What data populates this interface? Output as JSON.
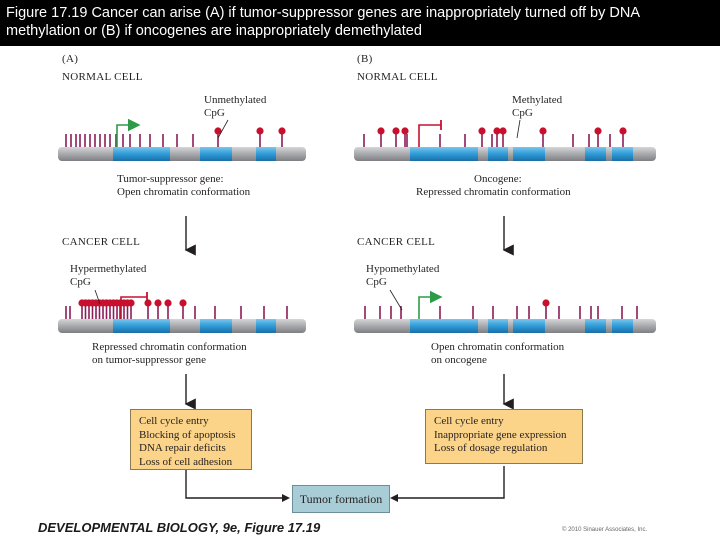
{
  "title_line1": "Figure 17.19 Cancer can arise (A) if tumor-suppressor genes are inappropriately turned off by DNA",
  "title_line2": "methylation or (B) if oncogenes are inappropriately demethylated",
  "panel_a": {
    "letter": "(A)",
    "normal_header": "NORMAL CELL",
    "unmethylated_1": "Unmethylated",
    "unmethylated_2": "CpG",
    "gene_1": "Tumor-suppressor gene:",
    "gene_2": "Open chromatin conformation",
    "cancer_header": "CANCER CELL",
    "hyper_1": "Hypermethylated",
    "hyper_2": "CpG",
    "repressed_1": "Repressed chromatin conformation",
    "repressed_2": "on tumor-suppressor gene",
    "effects": [
      "Cell cycle entry",
      "Blocking of apoptosis",
      "DNA repair deficits",
      "Loss of cell adhesion"
    ]
  },
  "panel_b": {
    "letter": "(B)",
    "normal_header": "NORMAL CELL",
    "methylated_1": "Methylated",
    "methylated_2": "CpG",
    "gene_1": "Oncogene:",
    "gene_2": "Repressed chromatin conformation",
    "cancer_header": "CANCER CELL",
    "hypo_1": "Hypomethylated",
    "hypo_2": "CpG",
    "open_1": "Open chromatin conformation",
    "open_2": "on oncogene",
    "effects": [
      "Cell cycle entry",
      "Inappropriate gene expression",
      "Loss of dosage regulation"
    ]
  },
  "tumor": "Tumor formation",
  "footer": "DEVELOPMENTAL BIOLOGY, 9e, Figure 17.19",
  "copyright": "© 2010 Sinauer Associates, Inc.",
  "colors": {
    "bar": "#a7a9ac",
    "exon": "#2e9bd6",
    "cpg": "#8b1e5a",
    "methyl": "#c8102e",
    "active_arrow": "#2f9a48",
    "repressed_arrow": "#c8102e",
    "effect_box": "#fbd48a",
    "tumor_box": "#a9cdd6"
  }
}
